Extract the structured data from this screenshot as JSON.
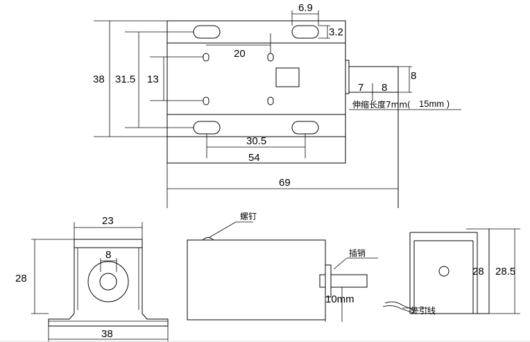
{
  "top_view": {
    "slot_width": "6.9",
    "slot_height": "3.2",
    "overall_height": "38",
    "slot_spacing": "31.5",
    "hole_vertical_spacing": "13",
    "hole_horizontal_spacing": "20",
    "slot_horizontal_spacing": "30.5",
    "body_length": "54",
    "overall_length": "69",
    "plunger_diameter": "8",
    "plunger_dim_7": "7",
    "plunger_dim_8": "8",
    "stroke_label": "伸缩长度7mm(",
    "stroke_label_overlay": "15mm )"
  },
  "front_view": {
    "top_width": "23",
    "height": "28",
    "plunger_diameter": "8",
    "base_width": "38"
  },
  "side_view": {
    "screw_label": "螺钉",
    "pin_label": "插销",
    "pin_length": "10mm"
  },
  "right_view": {
    "height_inner": "28",
    "height_outer": "28.5",
    "lead_wire_label": "外引线"
  }
}
